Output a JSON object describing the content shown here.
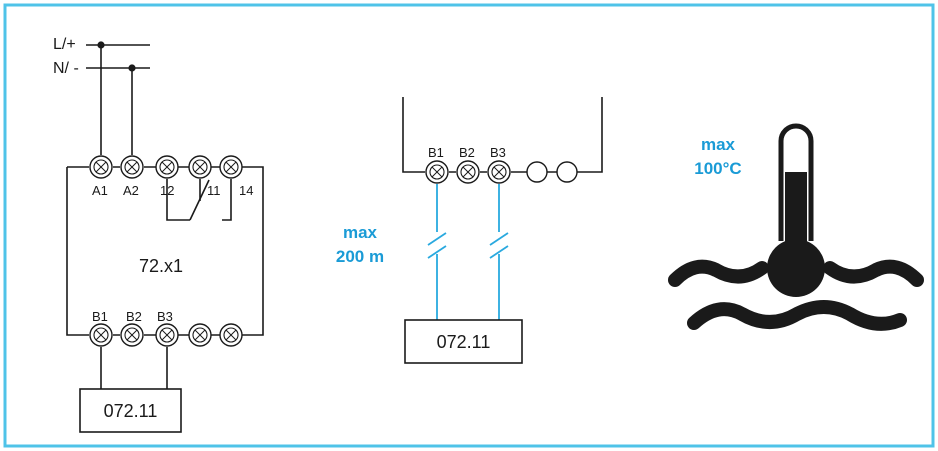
{
  "colors": {
    "frame": "#4fc3e8",
    "cyan_text": "#1a9bd6",
    "cyan_wire": "#29a9df",
    "ink": "#1a1a1a"
  },
  "left_diagram": {
    "supply_plus": "L/+",
    "supply_minus": "N/ -",
    "top_terminals": [
      "A1",
      "A2",
      "12",
      "11",
      "14"
    ],
    "device_label": "72.x1",
    "bottom_terminals": [
      "B1",
      "B2",
      "B3"
    ],
    "sensor_label": "072.11"
  },
  "middle_diagram": {
    "terminals": [
      "B1",
      "B2",
      "B3"
    ],
    "max_label": "max",
    "distance_label": "200 m",
    "sensor_label": "072.11"
  },
  "right_diagram": {
    "max_label": "max",
    "temperature_label": "100°C",
    "icon": "thermometer-in-water-icon"
  }
}
